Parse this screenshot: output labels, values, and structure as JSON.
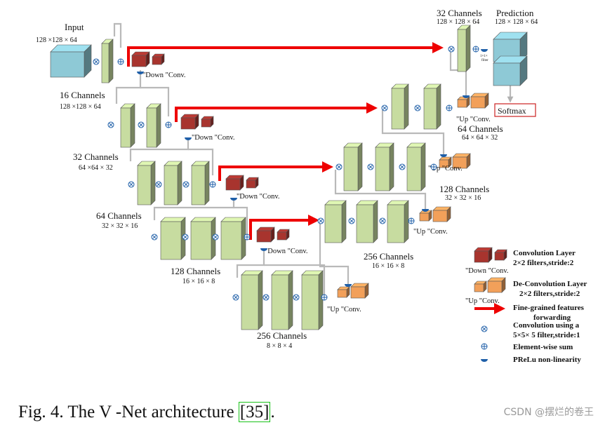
{
  "input_label": "Input",
  "input_dims": "128 ×128 × 64",
  "prediction_label": "Prediction",
  "prediction_dims": "128 × 128 × 64",
  "softmax_label": "Softmax",
  "kernel_note": [
    "1×1×",
    "filter"
  ],
  "down_label": "Down",
  "up_label": "Up",
  "conv_label": "Conv.",
  "quote_mark": "\"",
  "stages": {
    "e16": {
      "channels": "16 Channels",
      "dims": "128 ×128 × 64"
    },
    "e32": {
      "channels": "32 Channels",
      "dims": "64 ×64 × 32"
    },
    "e64": {
      "channels": "64 Channels",
      "dims": "32 × 32 × 16"
    },
    "e128": {
      "channels": "128 Channels",
      "dims": "16 × 16 × 8"
    },
    "b256": {
      "channels": "256 Channels",
      "dims": "8 × 8 × 4"
    },
    "d256": {
      "channels": "256 Channels",
      "dims": "16 × 16 × 8"
    },
    "d128": {
      "channels": "128 Channels",
      "dims": "32 × 32 × 16"
    },
    "d64": {
      "channels": "64 Channels",
      "dims": "64 × 64 × 32"
    },
    "d32": {
      "channels": "32 Channels",
      "dims": "128 × 128 × 64"
    }
  },
  "legend": {
    "conv_layer": [
      "Convolution Layer",
      "2×2 filters,stride:2"
    ],
    "deconv_layer": [
      "De-Convolution Layer",
      "2×2 filters,stride:2"
    ],
    "fine_grained": [
      "Fine-grained features",
      "forwarding"
    ],
    "conv5": [
      "Convolution using a",
      "5×5× 5 filter,stride:1"
    ],
    "sum": "Element-wise sum",
    "prelu": "PReLu non-linearity"
  },
  "caption": {
    "prefix": "Fig. 4.   The V -Net architecture ",
    "ref": "[35]",
    "suffix": "."
  },
  "watermark": "CSDN @摆烂的卷王",
  "colors": {
    "feature_block": "#c7dca0",
    "input_block": "#8ec9d6",
    "down_conv": "#a8342e",
    "up_conv": "#f2a05a",
    "forward_arrow": "#ee0000",
    "connector": "#b9b9b9",
    "op_symbol": "#1f5fa8"
  }
}
